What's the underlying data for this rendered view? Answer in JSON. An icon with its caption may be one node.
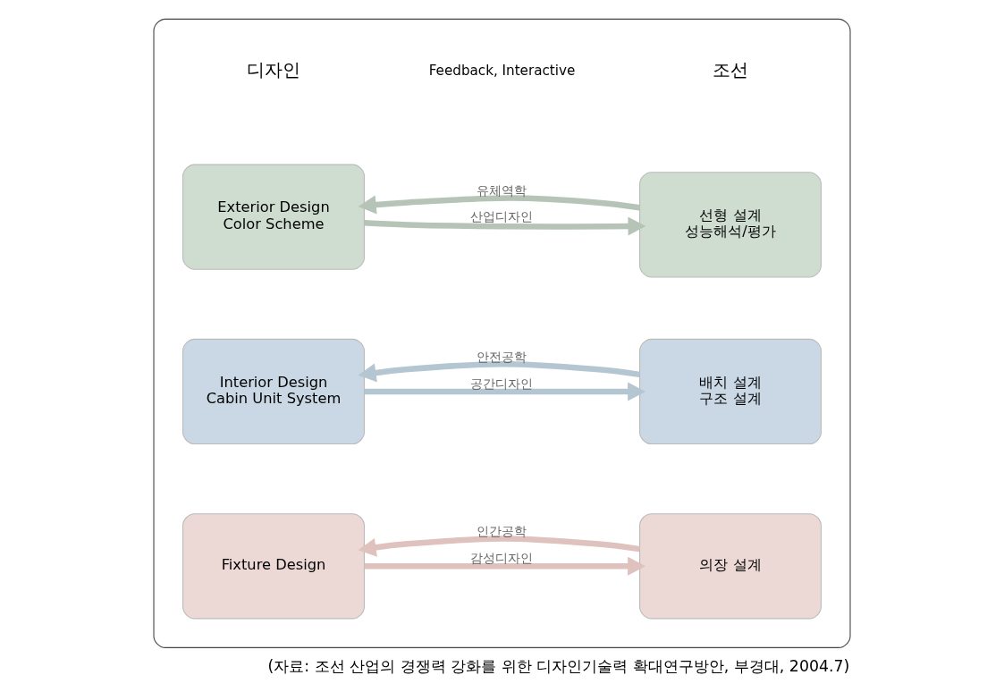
{
  "diagram": {
    "caption": "(자료: 조선 산업의 경쟁력 강화를 위한 디자인기술력 확대연구방안, 부경대, 2004.7)",
    "nodes": [
      {
        "text": [],
        "shape": "box"
      },
      {
        "text": [
          "Exterior Design",
          "Color Scheme"
        ],
        "in": 0
      },
      {
        "text": [
          "선형 설계",
          "성능해석/평가"
        ],
        "in": 0
      },
      {
        "text": [
          "Interior Design",
          "Cabin Unit System"
        ],
        "in": 0
      },
      {
        "text": [
          "배치 설계",
          "구조 설계"
        ],
        "in": 0
      },
      {
        "text": [
          "Fixture Design"
        ],
        "in": 0
      },
      {
        "text": [
          "의장 설계"
        ],
        "in": 0
      }
    ],
    "edges": [
      {
        "from": 2,
        "to": 1,
        "arrow": "to",
        "label": "유체역학",
        "color": "#b5c4b6"
      },
      {
        "from": 1,
        "to": 2,
        "arrow": "to",
        "label": "산업디자인",
        "color": "#b5c4b6"
      },
      {
        "from": 4,
        "to": 3,
        "arrow": "to",
        "label": "안전공학",
        "color": "#b4c6d1"
      },
      {
        "from": 3,
        "to": 4,
        "arrow": "to",
        "label": "공간디자인",
        "color": "#b4c6d1"
      },
      {
        "from": 6,
        "to": 5,
        "arrow": "to",
        "label": "인간공학",
        "color": "#dfc1bd"
      },
      {
        "from": 5,
        "to": 6,
        "arrow": "to",
        "label": "감성디자인",
        "color": "#dfc1bd"
      }
    ],
    "labels": [
      "디자인",
      "Feedback, Interactive",
      "조선"
    ]
  }
}
